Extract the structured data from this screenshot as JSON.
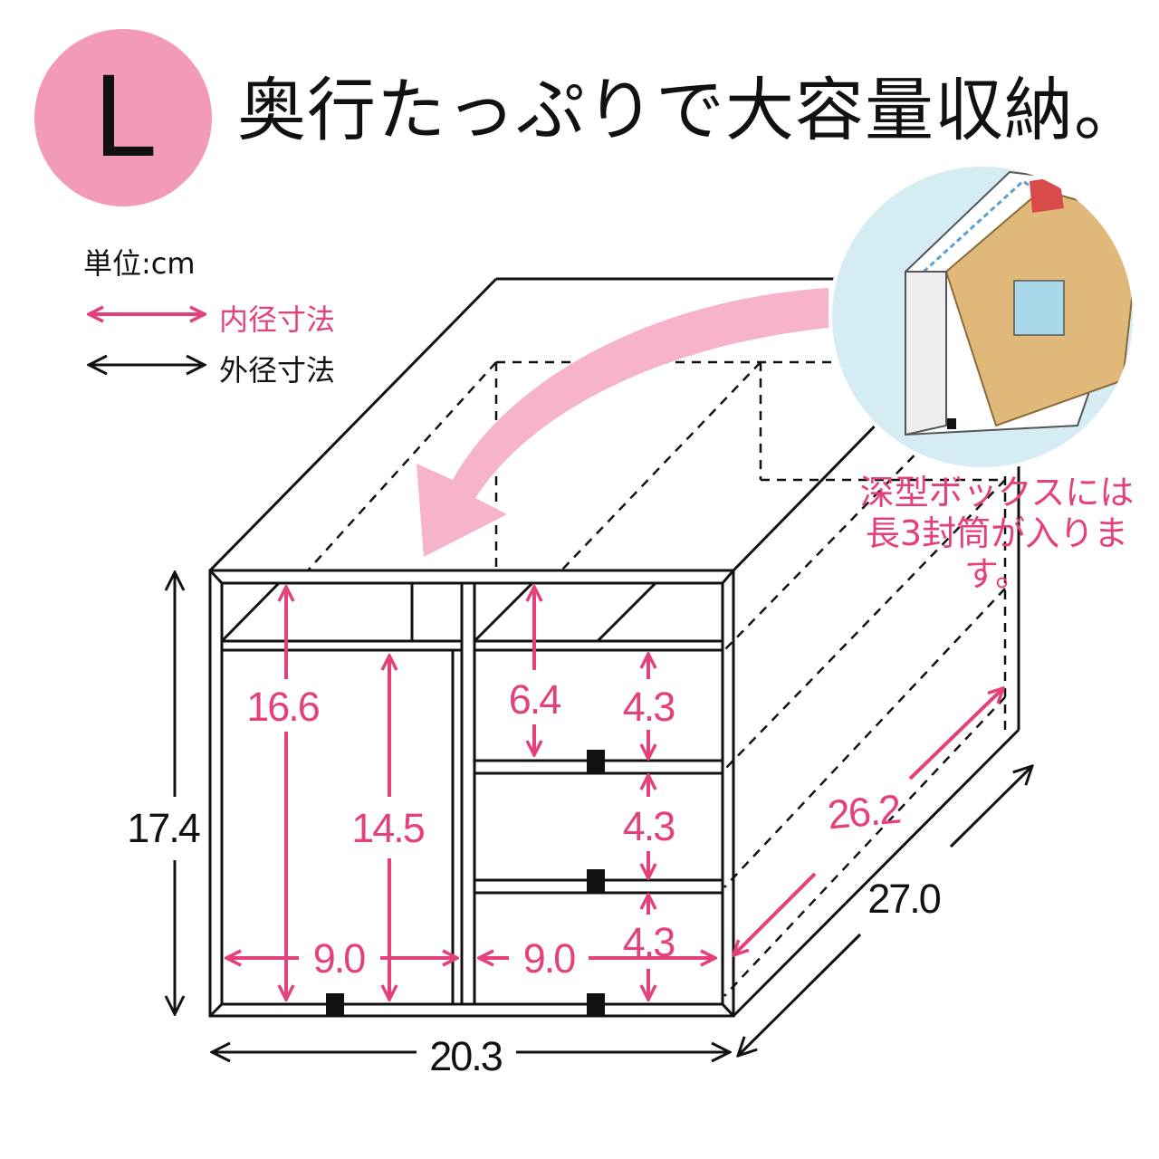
{
  "badge": {
    "letter": "L"
  },
  "headline": "奥行たっぷりで大容量収納。",
  "legend": {
    "unit": "単位:cm",
    "inner_label": "内径寸法",
    "outer_label": "外径寸法"
  },
  "note": {
    "line1": "深型ボックスには",
    "line2": "長3封筒が入ります。"
  },
  "dimensions": {
    "outer_height": "17.4",
    "outer_width": "20.3",
    "outer_depth": "27.0",
    "inner_depth": "26.2",
    "left_inner_height_total": "16.6",
    "left_inner_height": "14.5",
    "left_inner_width": "9.0",
    "right_inner_width": "9.0",
    "right_top_height": "6.4",
    "right_drawer1_height": "4.3",
    "right_drawer2_height": "4.3",
    "right_drawer3_height": "4.3"
  },
  "colors": {
    "inner": "#e4407c",
    "outer": "#111111",
    "badge": "#f49ab9",
    "inset_bg": "#d6ecf3"
  }
}
